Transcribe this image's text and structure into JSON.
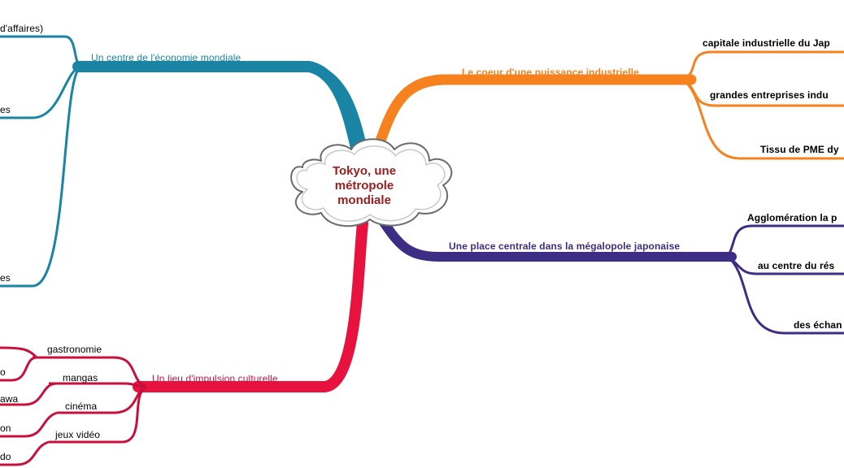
{
  "center": {
    "lines": [
      "Tokyo, une",
      "métropole",
      "mondiale"
    ],
    "color": "#9c1b1b"
  },
  "branches": {
    "economy": {
      "label": "Un centre de l'économie mondiale",
      "color": "#1a84a5",
      "children": [
        "d'affaires)",
        "es",
        "es"
      ]
    },
    "industry": {
      "label": "Le coeur d'une puissance industrielle",
      "color": "#f5821f",
      "children": [
        "capitale industrielle du Jap",
        "grandes entreprises indu",
        "Tissu de PME dy"
      ]
    },
    "megalopolis": {
      "label": "Une place centrale dans la mégalopole japonaise",
      "color": "#3e2d84",
      "children": [
        "Agglomération la p",
        "au centre du rés",
        "des échan"
      ]
    },
    "culture": {
      "label": "Un lieu d'impulsion culturelle",
      "color": "#c8103c",
      "children": [
        "gastronomie",
        "mangas",
        "cinéma",
        "jeux vidéo"
      ],
      "grandchildren": [
        "o",
        "awa",
        "on",
        "do"
      ]
    }
  }
}
